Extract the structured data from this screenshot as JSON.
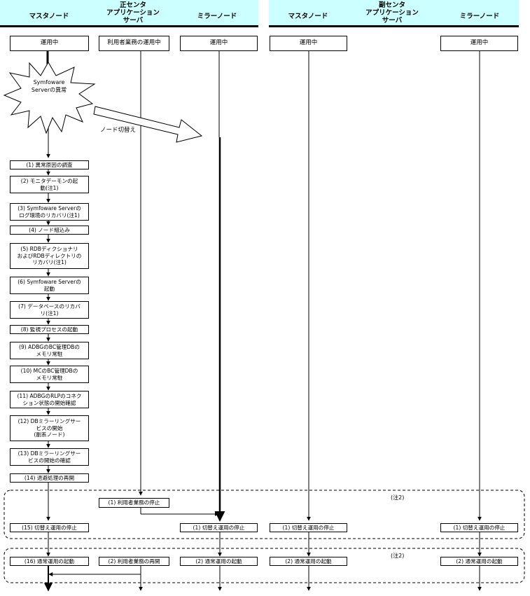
{
  "header": {
    "primary": {
      "title": "正センタ",
      "master": "マスタノード",
      "app": "アプリケーション\nサーバ",
      "mirror": "ミラーノード"
    },
    "secondary": {
      "title": "副センタ",
      "master": "マスタノード",
      "app": "アプリケーション\nサーバ",
      "mirror": "ミラーノード"
    }
  },
  "status": {
    "p_master": "運用中",
    "p_app": "利用者業務の運用中",
    "p_mirror": "運用中",
    "s_master": "運用中",
    "s_mirror": "運用中"
  },
  "event": {
    "burst": "Symfoware\nServerの異常",
    "switch_label": "ノード切替え"
  },
  "steps": [
    "(1) 異常原因の調査",
    "(2) モニタデーモンの起\n動(注1)",
    "(3) Symfoware Serverの\nログ環境のリカバリ(注1)",
    "(4) ノード組込み",
    "(5) RDBディクショナリ\nおよびRDBディレクトリの\nリカバリ(注1)",
    "(6) Symfoware Serverの\n起動",
    "(7) データベースのリカバ\nリ(注1)",
    "(8) 監視プロセスの起動",
    "(9) ADBGのBC管理DBの\nメモリ常駐",
    "(10) MCのBC管理DBの\nメモリ常駐",
    "(11) ADBGのRLPのコネク\nション状態の開始確認",
    "(12) DBミラーリングサー\nビスの開始\n(副系ノード)",
    "(13) DBミラーリングサー\nビスの開始の確認",
    "(14) 退避処理の再開"
  ],
  "group1": {
    "note": "(注2)",
    "app_stop": "(1) 利用者業務の停止",
    "p_master": "(15) 切替え運用の停止",
    "p_mirror": "(1) 切替え運用の停止",
    "s_master": "(1) 切替え運用の停止",
    "s_mirror": "(1) 切替え運用の停止"
  },
  "group2": {
    "note": "(注2)",
    "p_master": "(16) 通常運用の起動",
    "p_app": "(2) 利用者業務の再開",
    "p_mirror": "(2) 通常運用の起動",
    "s_master": "(2) 通常運用の起動",
    "s_mirror": "(2) 通常運用の起動"
  }
}
